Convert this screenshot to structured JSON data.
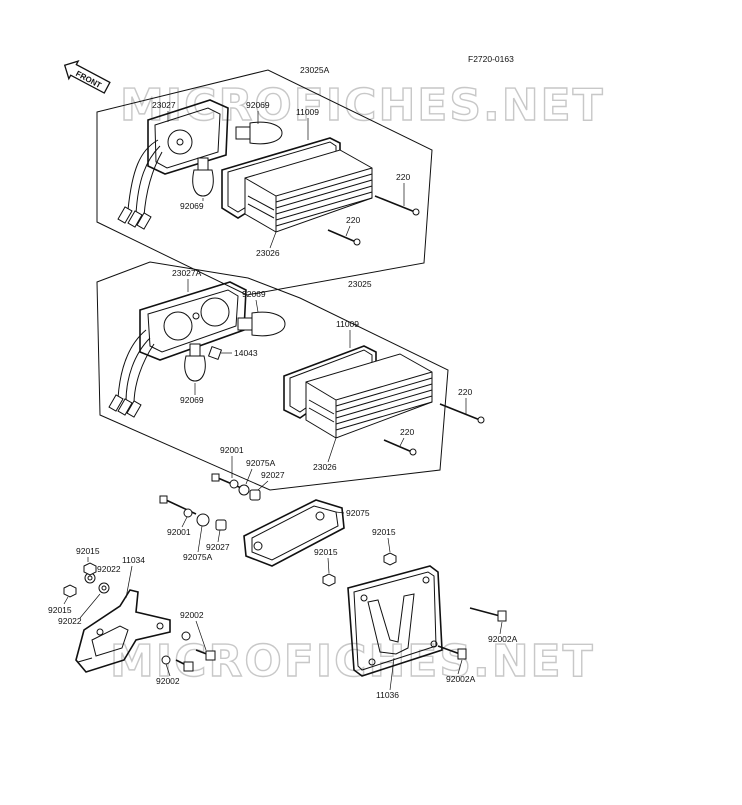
{
  "figure_code": "F2720-0163",
  "front_tag": "FRONT",
  "watermark": "MICROFICHES.NET",
  "callouts": {
    "top_assembly": "23025A",
    "top_socket": "23027",
    "top_bulb_right": "92069",
    "top_gasket": "11009",
    "top_bulb_lower": "92069",
    "top_screw_a": "220",
    "top_screw_b": "220",
    "top_lens": "23026",
    "mid_socket": "23027A",
    "mid_bulb_right": "92069",
    "mid_assembly": "23025",
    "mid_gasket": "11009",
    "mid_bulb_small": "14043",
    "mid_bulb_lower": "92069",
    "mid_screw_a": "220",
    "mid_screw_b": "220",
    "mid_lens": "23026",
    "lic_collar_top": "92001",
    "lic_grommet_top": "92075A",
    "lic_spacer_top": "92027",
    "lic_lamp_body": "92075",
    "lic_collar_low": "92001",
    "lic_spacer_low": "92027",
    "lic_grommet_low": "92075A",
    "lic_nut_right": "92015",
    "lic_nut_mid": "92015",
    "brk_nut_a": "92015",
    "brk_bracket": "11034",
    "brk_washer": "92022",
    "brk_nut_b": "92015",
    "brk_washer_b": "92022",
    "brk_bolt_a": "92002",
    "brk_bolt_b": "92002",
    "plate_bolt_a": "92002A",
    "plate_bolt_b": "92002A",
    "plate_holder": "11036"
  }
}
